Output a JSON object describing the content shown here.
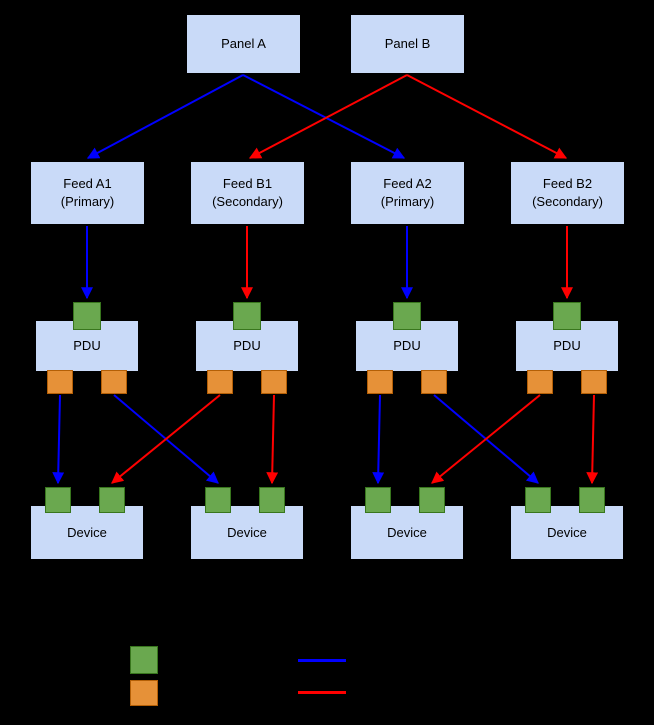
{
  "colors": {
    "background": "#000000",
    "node_fill": "#c9daf8",
    "node_border": "#000000",
    "text": "#000000",
    "input_port": "#6aa84f",
    "input_port_border": "#38761d",
    "output_port": "#e69138",
    "output_port_border": "#b45f06",
    "primary_path": "#0000ff",
    "secondary_path": "#ff0000"
  },
  "panels": [
    {
      "label": "Panel A"
    },
    {
      "label": "Panel B"
    }
  ],
  "feeds": [
    {
      "name": "Feed A1",
      "role": "(Primary)"
    },
    {
      "name": "Feed B1",
      "role": "(Secondary)"
    },
    {
      "name": "Feed A2",
      "role": "(Primary)"
    },
    {
      "name": "Feed B2",
      "role": "(Secondary)"
    }
  ],
  "pdus": [
    {
      "label": "PDU"
    },
    {
      "label": "PDU"
    },
    {
      "label": "PDU"
    },
    {
      "label": "PDU"
    }
  ],
  "devices": [
    {
      "label": "Device"
    },
    {
      "label": "Device"
    },
    {
      "label": "Device"
    },
    {
      "label": "Device"
    }
  ],
  "legend": {
    "swatches": [
      {
        "type": "square",
        "color": "#6aa84f"
      },
      {
        "type": "square",
        "color": "#e69138"
      },
      {
        "type": "line",
        "color": "#0000ff"
      },
      {
        "type": "line",
        "color": "#ff0000"
      }
    ]
  }
}
